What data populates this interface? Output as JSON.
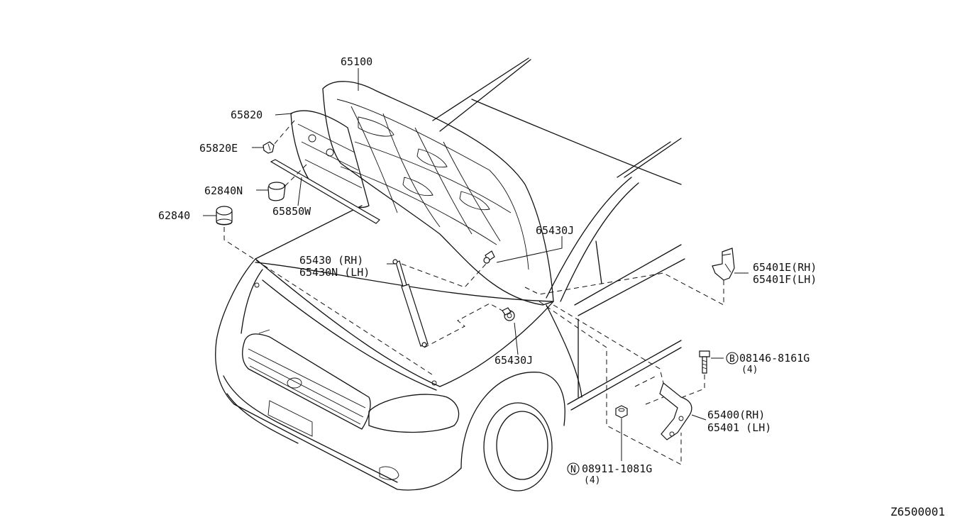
{
  "diagram": {
    "reference_code": "Z6500001",
    "labels": {
      "hood": "65100",
      "insulator": "65820",
      "insulator_clip": "65820E",
      "bumper_rubber_n": "62840N",
      "bumper_rubber": "62840",
      "seal": "65850W",
      "stay_upper": "65430J",
      "stay_lower": "65430J",
      "stay_rh": "65430  (RH)",
      "stay_lh": "65430N (LH)",
      "bracket_rh": "65401E(RH)",
      "bracket_lh": "65401F(LH)",
      "bolt_code": "08146-8161G",
      "bolt_qty": "(4)",
      "bolt_badge": "B",
      "hinge_rh": "65400(RH)",
      "hinge_lh": "65401 (LH)",
      "nut_code": "08911-1081G",
      "nut_qty": "(4)",
      "nut_badge": "N"
    }
  }
}
